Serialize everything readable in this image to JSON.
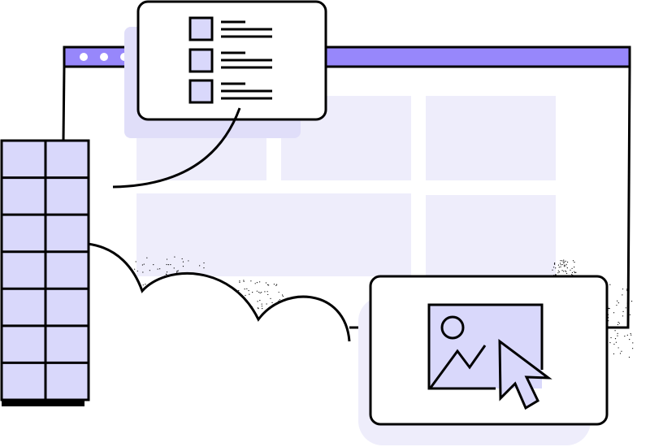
{
  "colors": {
    "accent": "#9787fb",
    "panel": "#eeedfb",
    "shadow": "#e0def9",
    "fill": "#d9d8fb",
    "stroke": "#000000",
    "white": "#ffffff"
  },
  "icons": [
    "browser-window",
    "checklist-card",
    "grid-panel",
    "cloud",
    "image-card",
    "image-icon",
    "cursor-icon"
  ]
}
